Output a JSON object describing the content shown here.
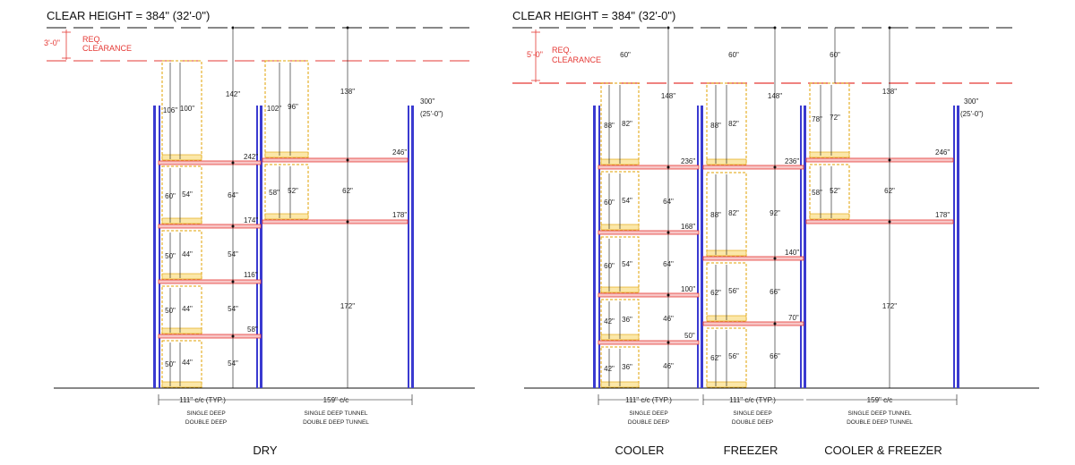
{
  "colors": {
    "upright": "#3a3ad0",
    "beam": "#e53935",
    "beam_fill": "#f7c6c6",
    "pallet": "#e0a000",
    "line": "#111111",
    "red": "#e53935"
  },
  "left": {
    "clear_height": "CLEAR HEIGHT = 384\" (32'-0\")",
    "clearance_dim": "3'-0\"",
    "req": "REQ.",
    "clearance": "CLEARANCE",
    "bay1": {
      "pallets": [
        [
          "106\"",
          "100\""
        ],
        [
          "60\"",
          "54\""
        ],
        [
          "50\"",
          "44\""
        ],
        [
          "50\"",
          "44\""
        ],
        [
          "50\"",
          "44\""
        ]
      ],
      "spaces": [
        "142\"",
        "64\"",
        "54\"",
        "54\"",
        "54\""
      ],
      "beams": [
        "242\"",
        "174\"",
        "116\"",
        "58\""
      ],
      "width": "111\" c/c (TYP.)",
      "lab1": "SINGLE DEEP",
      "lab2": "DOUBLE DEEP"
    },
    "bay2": {
      "pallets": [
        [
          "102\"",
          "96\""
        ],
        [
          "58\"",
          "52\""
        ]
      ],
      "spaces": [
        "138\"",
        "62\"",
        "172\""
      ],
      "beams": [
        "246\"",
        "178\""
      ],
      "width": "159\" c/c",
      "lab1": "SINGLE DEEP TUNNEL",
      "lab2": "DOUBLE DEEP TUNNEL"
    },
    "top": "300\"",
    "top_ft": "(25'-0\")",
    "section": "DRY"
  },
  "right": {
    "clear_height": "CLEAR HEIGHT = 384\" (32'-0\")",
    "clearance_dim": "5'-0\"",
    "req": "REQ.",
    "clearance": "CLEARANCE",
    "clear_dims": [
      "60\"",
      "60\"",
      "60\""
    ],
    "cooler": {
      "pallets": [
        [
          "88\"",
          "82\""
        ],
        [
          "60\"",
          "54\""
        ],
        [
          "60\"",
          "54\""
        ],
        [
          "42\"",
          "36\""
        ],
        [
          "42\"",
          "36\""
        ]
      ],
      "spaces": [
        "148\"",
        "64\"",
        "64\"",
        "46\"",
        "46\""
      ],
      "beams": [
        "236\"",
        "168\"",
        "100\"",
        "50\""
      ],
      "width": "111\" c/c (TYP.)",
      "lab1": "SINGLE DEEP",
      "lab2": "DOUBLE DEEP"
    },
    "freezer": {
      "pallets": [
        [
          "88\"",
          "82\""
        ],
        [
          "88\"",
          "82\""
        ],
        [
          "62\"",
          "56\""
        ],
        [
          "62\"",
          "56\""
        ]
      ],
      "spaces": [
        "148\"",
        "92\"",
        "66\"",
        "66\""
      ],
      "beams": [
        "236\"",
        "140\"",
        "70\""
      ],
      "width": "111\" c/c (TYP.)",
      "lab1": "SINGLE DEEP",
      "lab2": "DOUBLE DEEP"
    },
    "tunnel": {
      "pallets": [
        [
          "78\"",
          "72\""
        ],
        [
          "58\"",
          "52\""
        ]
      ],
      "spaces": [
        "138\"",
        "62\"",
        "172\""
      ],
      "beams": [
        "246\"",
        "178\""
      ],
      "width": "159\" c/c",
      "lab1": "SINGLE DEEP TUNNEL",
      "lab2": "DOUBLE DEEP TUNNEL"
    },
    "top": "300\"",
    "top_ft": "(25'-0\")",
    "sections": [
      "COOLER",
      "FREEZER",
      "COOLER & FREEZER"
    ]
  }
}
